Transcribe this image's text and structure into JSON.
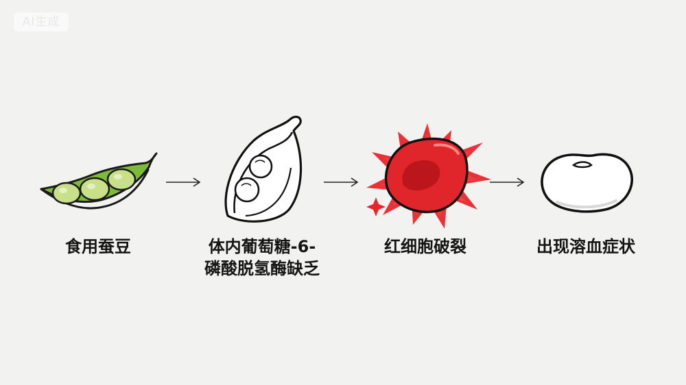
{
  "badge": {
    "text": "AI生成"
  },
  "steps": [
    {
      "label": "食用蚕豆",
      "icon": "green-bean-pod-icon"
    },
    {
      "label_line1": "体内葡萄糖-6-",
      "label_line2": "磷酸脱氢酶缺乏",
      "icon": "open-pod-outline-icon"
    },
    {
      "label": "红细胞破裂",
      "icon": "bursting-red-blood-cell-icon"
    },
    {
      "label": "出现溶血症状",
      "icon": "white-bean-icon"
    }
  ],
  "colors": {
    "background": "#f2f2f1",
    "pod_green": "#7cba3c",
    "bean_green": "#c8e08a",
    "red_cell": "#e0262a",
    "burst_red": "#e8262c",
    "text": "#141414"
  }
}
